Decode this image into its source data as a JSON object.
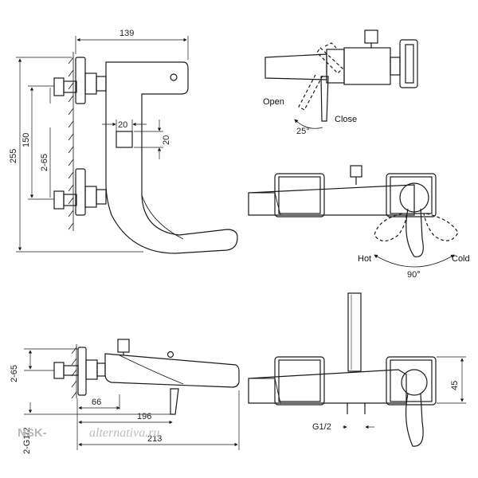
{
  "dimensions": {
    "d139": "139",
    "d150": "150",
    "d255": "255",
    "d2_65_top": "2-65",
    "d20_h": "20",
    "d20_v": "20",
    "d2_65_bottom": "2-65",
    "d2_g12": "2-G1/2",
    "d66": "66",
    "d196": "196",
    "d213": "213",
    "d45": "45",
    "g12": "G1/2",
    "angle25": "25°",
    "angle90": "90°"
  },
  "labels": {
    "open": "Open",
    "close": "Close",
    "hot": "Hot",
    "cold": "Cold"
  },
  "watermark": {
    "brand": "NSK-",
    "site": "alternativa.ru"
  },
  "colors": {
    "line": "#1a1a1a",
    "watermark": "#b8b8b8"
  }
}
